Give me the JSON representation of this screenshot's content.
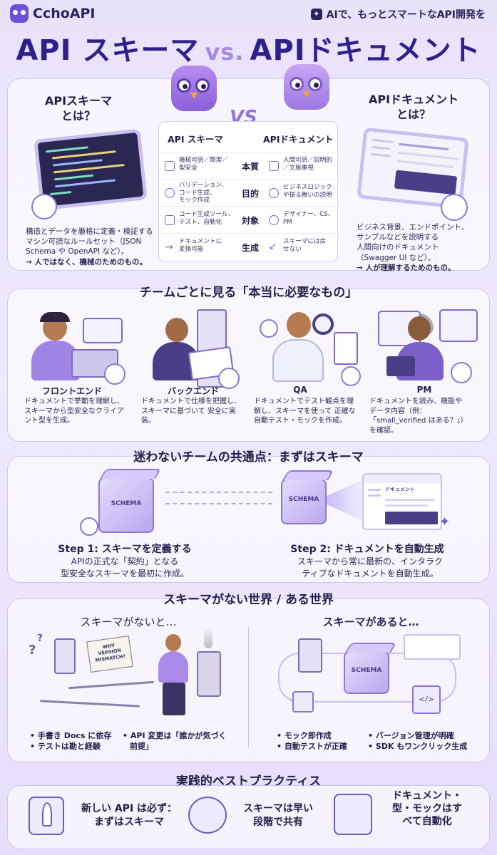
{
  "header": {
    "brand": "CchoAPI",
    "tagline": "AIで、もっとスマートなAPI開発を",
    "title_left": "API スキーマ",
    "title_vs": "vs.",
    "title_right": "APIドキュメント"
  },
  "compare": {
    "vs": "VS",
    "schema_title": "APIスキーマ\nとは？",
    "doc_title": "APIドキュメント\nとは？",
    "schema_desc": "構造とデータを厳格に定義・検証する\nマシン可読なルールセット（JSON\nSchema や OpenAPI など）。",
    "schema_note": "→ 人ではなく、機械のためのもの。",
    "doc_desc": "ビジネス背景、エンドポイント、\nサンプルなどを説明する\n人間向けのドキュメント\n（Swagger UI など）。",
    "doc_note": "→ 人が理解するためのもの。",
    "table": {
      "head_left": "API スキーマ",
      "head_right": "APIドキュメント",
      "rows": [
        {
          "left": "機械可読／簡潔／\n型安全",
          "mid": "本質",
          "right": "人間可読／説明的\n／文脈重視"
        },
        {
          "left": "バリデーション、\nコード生成、\nモック作成",
          "mid": "目的",
          "right": "ビジネスロジック\nや振る舞いの説明"
        },
        {
          "left": "コード生成ツール、\nテスト、自動化",
          "mid": "対象",
          "right": "デザイナー、CS、\nPM"
        },
        {
          "left": "ドキュメントに\n変換可能",
          "mid": "生成",
          "right": "スキーマには戻\nせない"
        }
      ]
    }
  },
  "teams": {
    "title": "チームごとに見る「本当に必要なもの」",
    "items": [
      {
        "name": "フロントエンド",
        "desc": "ドキュメントで挙動を理解し、\nスキーマから型安全なクライア\nント型を生成。"
      },
      {
        "name": "バックエンド",
        "desc": "ドキュメントで仕様を把握し、\nスキーマに基づいて 安全に実\n装。"
      },
      {
        "name": "QA",
        "desc": "ドキュメントでテスト観点を理\n解し、スキーマを使って 正確な\n自動テスト・モックを作成。"
      },
      {
        "name": "PM",
        "desc": "ドキュメントを読み、機能や\nデータ内容（例：\n「small_verified はある？」）\nを確認。"
      }
    ]
  },
  "common": {
    "title": "迷わないチームの共通点：まずはスキーマ",
    "cube1_label": "SCHEMA",
    "cube2_label": "SCHEMA",
    "step1_title": "Step 1: スキーマを定義する",
    "step1_desc": "APIの正式な「契約」となる\n型安全なスキーマを最初に作成。",
    "step2_title": "Step 2: ドキュメントを自動生成",
    "step2_desc": "スキーマから常に最新の、インタラク\nティブなドキュメントを自動生成。",
    "doc_header": "ドキュメント"
  },
  "worlds": {
    "title": "スキーマがない世界 / ある世界",
    "without_title": "スキーマがないと…",
    "with_title": "スキーマがあると…",
    "sign_text": "WHY\nVERSION\nMISMATCH?",
    "cube_label": "SCHEMA",
    "without_bullets": [
      "手書き Docs に依存",
      "テストは勘と経験",
      "API 変更は「誰かが気づく\n前提」"
    ],
    "with_bullets": [
      "モック即作成",
      "自動テストが正確",
      "バージョン管理が明確",
      "SDK もワンクリック生成"
    ]
  },
  "practices": {
    "title": "実践的ベストプラクティス",
    "items": [
      "新しい API は必ず：\nまずはスキーマ",
      "スキーマは早い\n段階で共有",
      "ドキュメント・\n型・モックはす\nべて自動化"
    ]
  },
  "colors": {
    "accent": "#6d4fd8",
    "title_blue": "#2f1f8c",
    "soft_purple": "#b9a8ef"
  }
}
